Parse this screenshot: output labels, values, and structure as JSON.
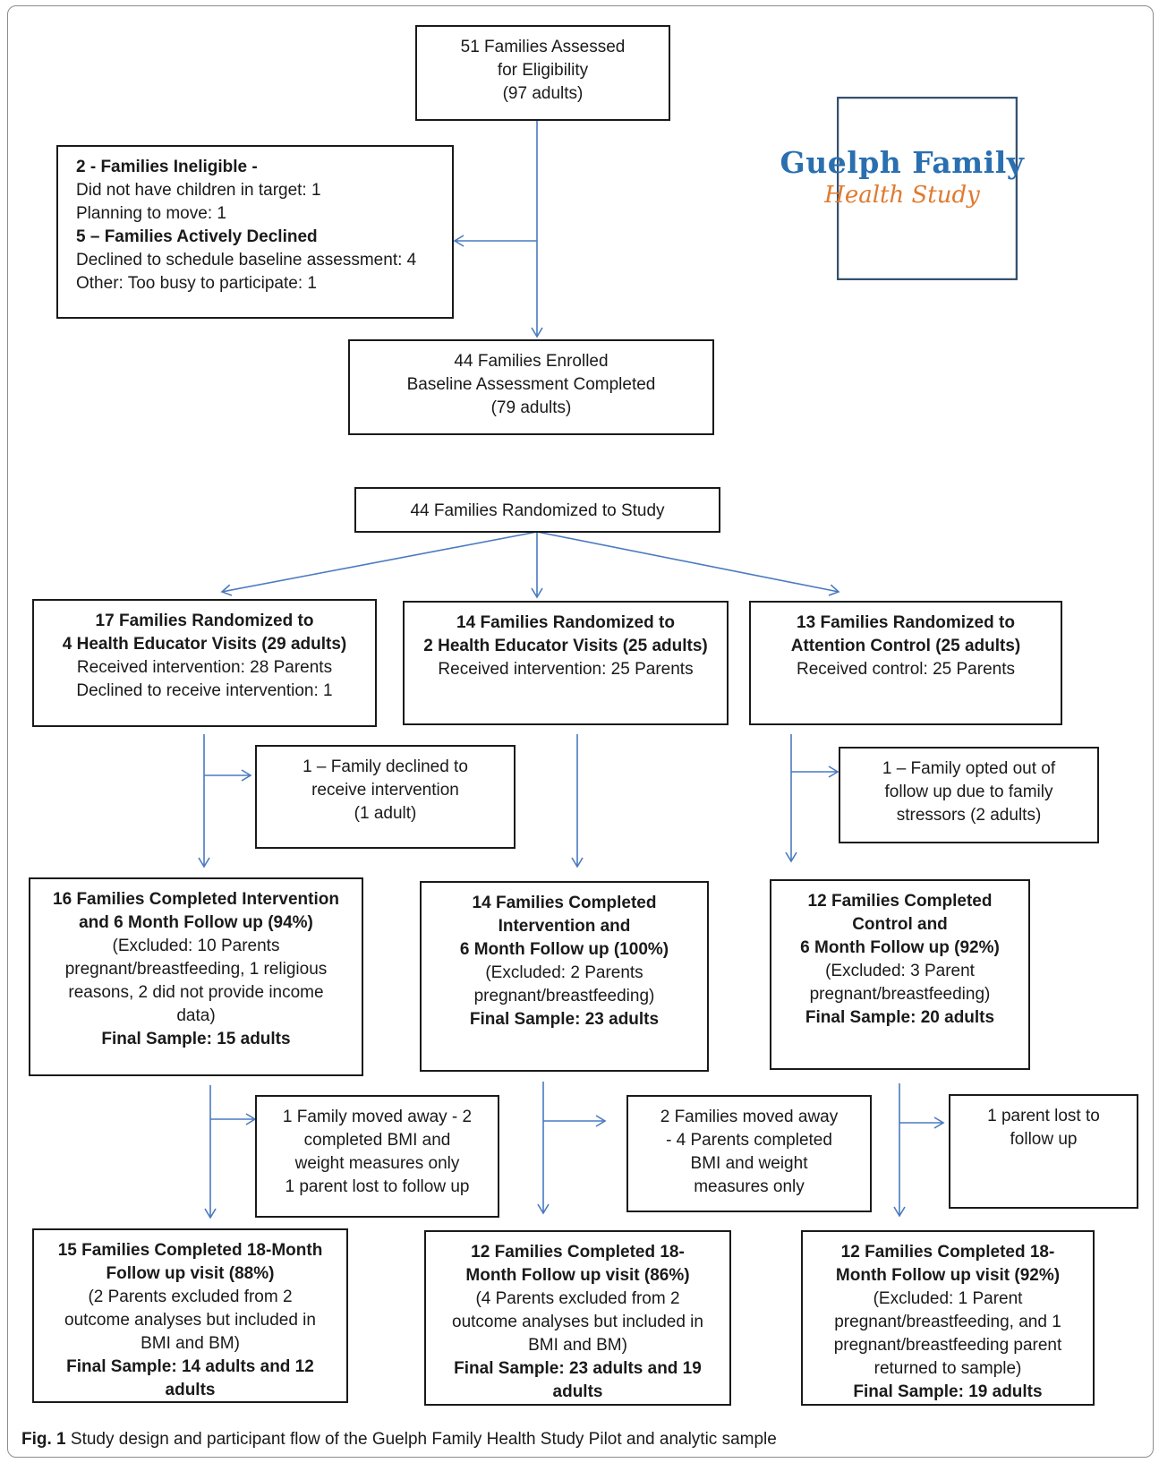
{
  "logo": {
    "line1": "Guelph Family",
    "line2": "Health Study"
  },
  "boxes": {
    "assessed": [
      "51 Families Assessed",
      "for Eligibility",
      "(97 adults)"
    ],
    "excluded": [
      {
        "t": "2 - Families Ineligible -",
        "b": true
      },
      {
        "t": "Did not have children in target: 1",
        "b": false
      },
      {
        "t": "Planning to move: 1",
        "b": false
      },
      {
        "t": "5 – Families Actively Declined",
        "b": true
      },
      {
        "t": "Declined to schedule baseline assessment: 4",
        "b": false
      },
      {
        "t": "Other: Too busy to participate: 1",
        "b": false
      }
    ],
    "enrolled": [
      "44 Families Enrolled",
      "Baseline Assessment Completed",
      "(79 adults)"
    ],
    "randomized": [
      "44 Families Randomized to Study"
    ],
    "arm1": [
      {
        "t": "17 Families Randomized to",
        "b": true
      },
      {
        "t": "4 Health Educator Visits (29 adults)",
        "b": true
      },
      {
        "t": "Received intervention: 28 Parents",
        "b": false
      },
      {
        "t": "Declined to receive intervention: 1",
        "b": false
      }
    ],
    "arm2": [
      {
        "t": "14 Families Randomized to",
        "b": true
      },
      {
        "t": "2 Health Educator Visits (25 adults)",
        "b": true
      },
      {
        "t": "Received intervention: 25 Parents",
        "b": false
      }
    ],
    "arm3": [
      {
        "t": "13 Families Randomized to",
        "b": true
      },
      {
        "t": "Attention Control (25 adults)",
        "b": true
      },
      {
        "t": "Received control: 25 Parents",
        "b": false
      }
    ],
    "side1": [
      "1 – Family declined to",
      "receive intervention",
      "(1 adult)"
    ],
    "side3": [
      "1 – Family opted out of",
      "follow up due to family",
      "stressors (2 adults)"
    ],
    "fu1": [
      {
        "t": "16 Families Completed Intervention",
        "b": true
      },
      {
        "t": "and 6 Month Follow up (94%)",
        "b": true
      },
      {
        "t": "(Excluded: 10 Parents",
        "b": false
      },
      {
        "t": "pregnant/breastfeeding, 1 religious",
        "b": false
      },
      {
        "t": "reasons, 2 did not provide income",
        "b": false
      },
      {
        "t": "data)",
        "b": false
      },
      {
        "t": "Final Sample: 15 adults",
        "b": true
      }
    ],
    "fu2": [
      {
        "t": "14 Families Completed",
        "b": true
      },
      {
        "t": "Intervention and",
        "b": true
      },
      {
        "t": "6 Month Follow up (100%)",
        "b": true
      },
      {
        "t": "(Excluded: 2 Parents",
        "b": false
      },
      {
        "t": "pregnant/breastfeeding)",
        "b": false
      },
      {
        "t": "Final Sample: 23 adults",
        "b": true
      }
    ],
    "fu3": [
      {
        "t": "12 Families Completed",
        "b": true
      },
      {
        "t": "Control and",
        "b": true
      },
      {
        "t": "6 Month Follow up (92%)",
        "b": true
      },
      {
        "t": "(Excluded: 3 Parent",
        "b": false
      },
      {
        "t": "pregnant/breastfeeding)",
        "b": false
      },
      {
        "t": "Final Sample: 20 adults",
        "b": true
      }
    ],
    "loss1": [
      "1 Family moved away - 2",
      "completed BMI and",
      "weight measures only",
      "1 parent lost to follow up"
    ],
    "loss2": [
      "2 Families moved away",
      "- 4 Parents completed",
      "BMI and weight",
      "measures only"
    ],
    "loss3": [
      "1 parent lost to",
      "follow up"
    ],
    "m18_1": [
      {
        "t": "15 Families Completed 18-Month",
        "b": true
      },
      {
        "t": "Follow up visit (88%)",
        "b": true
      },
      {
        "t": "(2 Parents excluded from 2",
        "b": false
      },
      {
        "t": "outcome analyses but included in",
        "b": false
      },
      {
        "t": "BMI and BM)",
        "b": false
      },
      {
        "t": "Final Sample: 14 adults and 12",
        "b": true
      },
      {
        "t": "adults",
        "b": true
      }
    ],
    "m18_2": [
      {
        "t": "12 Families Completed 18-",
        "b": true
      },
      {
        "t": "Month Follow up visit (86%)",
        "b": true
      },
      {
        "t": "(4 Parents excluded from 2",
        "b": false
      },
      {
        "t": "outcome analyses but included in",
        "b": false
      },
      {
        "t": "BMI and BM)",
        "b": false
      },
      {
        "t": "Final Sample:  23 adults and 19",
        "b": true
      },
      {
        "t": "adults",
        "b": true
      }
    ],
    "m18_3": [
      {
        "t": "12 Families Completed 18-",
        "b": true
      },
      {
        "t": "Month Follow up visit (92%)",
        "b": true
      },
      {
        "t": "(Excluded: 1 Parent",
        "b": false
      },
      {
        "t": "pregnant/breastfeeding, and 1",
        "b": false
      },
      {
        "t": "pregnant/breastfeeding parent",
        "b": false
      },
      {
        "t": "returned to sample)",
        "b": false
      },
      {
        "t": "Final Sample: 19 adults",
        "b": true
      }
    ]
  },
  "caption": {
    "label": "Fig. 1",
    "text": " Study design and participant flow of the Guelph Family Health Study Pilot and analytic sample"
  },
  "colors": {
    "arrow": "#4a7ac0",
    "box_border": "#1a1a1a",
    "logo_blue": "#2a6fb0",
    "logo_orange": "#e07a2e"
  }
}
